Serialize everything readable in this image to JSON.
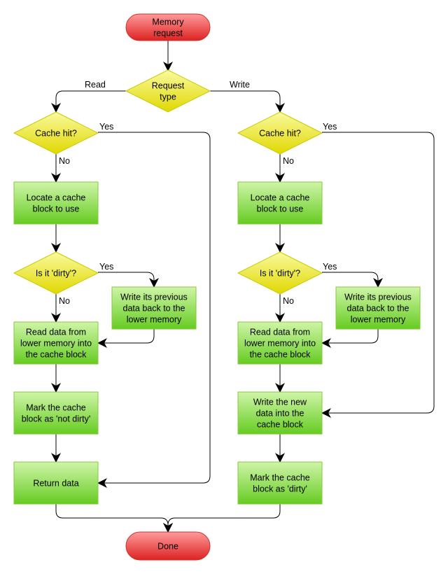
{
  "terminals": {
    "start": [
      "Memory",
      "request"
    ],
    "end": [
      "Done"
    ]
  },
  "decisions": {
    "request_type": [
      "Request",
      "type"
    ],
    "read_cache_hit": [
      "Cache hit?"
    ],
    "read_dirty": [
      "Is it 'dirty'?"
    ],
    "write_cache_hit": [
      "Cache hit?"
    ],
    "write_dirty": [
      "Is it 'dirty'?"
    ]
  },
  "processes": {
    "read_locate": [
      "Locate a cache",
      "block to use"
    ],
    "read_writeback": [
      "Write its previous",
      "data back to the",
      "lower memory"
    ],
    "read_readdata": [
      "Read data from",
      "lower memory into",
      "the cache block"
    ],
    "read_mark": [
      "Mark the cache",
      "block as 'not dirty'"
    ],
    "read_return": [
      "Return data"
    ],
    "write_locate": [
      "Locate a cache",
      "block to use"
    ],
    "write_writeback": [
      "Write its previous",
      "data back to the",
      "lower memory"
    ],
    "write_readdata": [
      "Read data from",
      "lower memory into",
      "the cache block"
    ],
    "write_newdata": [
      "Write the new",
      "data into the",
      "cache block"
    ],
    "write_mark": [
      "Mark the cache",
      "block as 'dirty'"
    ]
  },
  "edge_labels": {
    "read": "Read",
    "write": "Write",
    "read_hit_yes": "Yes",
    "read_hit_no": "No",
    "read_dirty_yes": "Yes",
    "read_dirty_no": "No",
    "write_hit_yes": "Yes",
    "write_hit_no": "No",
    "write_dirty_yes": "Yes",
    "write_dirty_no": "No"
  },
  "colors": {
    "process_top": "#cff5a8",
    "process_bottom": "#66cc22",
    "decision_top": "#fafa9e",
    "decision_bottom": "#e0d800",
    "terminal_top": "#ff9a9a",
    "terminal_bottom": "#dd2222"
  }
}
